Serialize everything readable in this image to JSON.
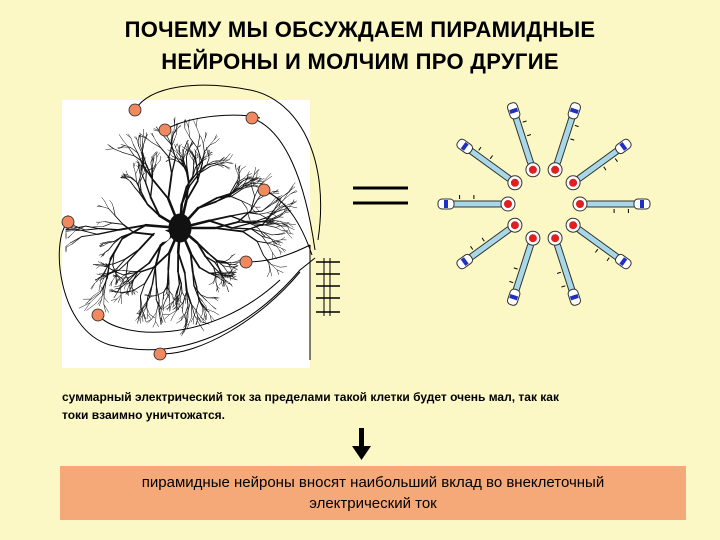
{
  "slide": {
    "title_line1": "ПОЧЕМУ МЫ ОБСУЖДАЕМ ПИРАМИДНЫЕ",
    "title_line2": "НЕЙРОНЫ И МОЛЧИМ ПРО ДРУГИЕ",
    "caption_line1": "суммарный электрический ток за пределами такой клетки будет очень мал, так как",
    "caption_line2": "токи взаимно уничтожатся.",
    "conclusion_line1": "пирамидные нейроны вносят наибольший вклад во внеклеточный",
    "conclusion_line2": "электрический ток"
  },
  "colors": {
    "background": "#fbf8c6",
    "electrode": "#f08860",
    "conclusion_box": "#f5a878",
    "charge_red": "#e02020",
    "charge_blue": "#2030c0",
    "dendrite_tube": "#a8d8e8"
  },
  "icons": {
    "equals": "equals-sign",
    "arrow": "down-arrow"
  }
}
